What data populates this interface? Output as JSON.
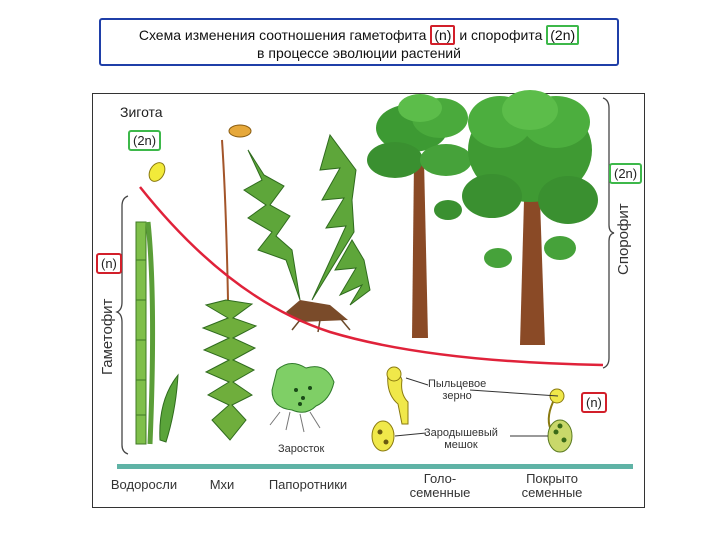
{
  "title": {
    "line1_prefix": "Схема изменения соотношения гаметофита",
    "gametophyte_tag": "(n)",
    "line1_middle": "и спорофита",
    "sporophyte_tag": "(2n)",
    "line2": "в процессе эволюции растений"
  },
  "labels": {
    "zygote": "Зигота",
    "zygote_ploidy": "(2n)",
    "gametophyte_axis": "Гаметофит",
    "gametophyte_ploidy": "(n)",
    "sporophyte_axis": "Спорофит",
    "sporophyte_ploidy": "(2n)",
    "angiosperm_gametophyte_ploidy": "(n)",
    "prothallus": "Заросток",
    "pollen_grain": "Пыльцевое\nзерно",
    "embryo_sac": "Зародышевый\nмешок"
  },
  "groups": [
    {
      "label": "Водоросли"
    },
    {
      "label": "Мхи"
    },
    {
      "label": "Папоротники"
    },
    {
      "label": "Голо-\nсеменные"
    },
    {
      "label": "Покрыто\nсеменные"
    }
  ],
  "colors": {
    "title_border": "#1f3fa8",
    "gametophyte_highlight": "#d21f2a",
    "sporophyte_highlight": "#3db84a",
    "ratio_curve": "#e0223a",
    "baseline": "#5fb3a6"
  }
}
